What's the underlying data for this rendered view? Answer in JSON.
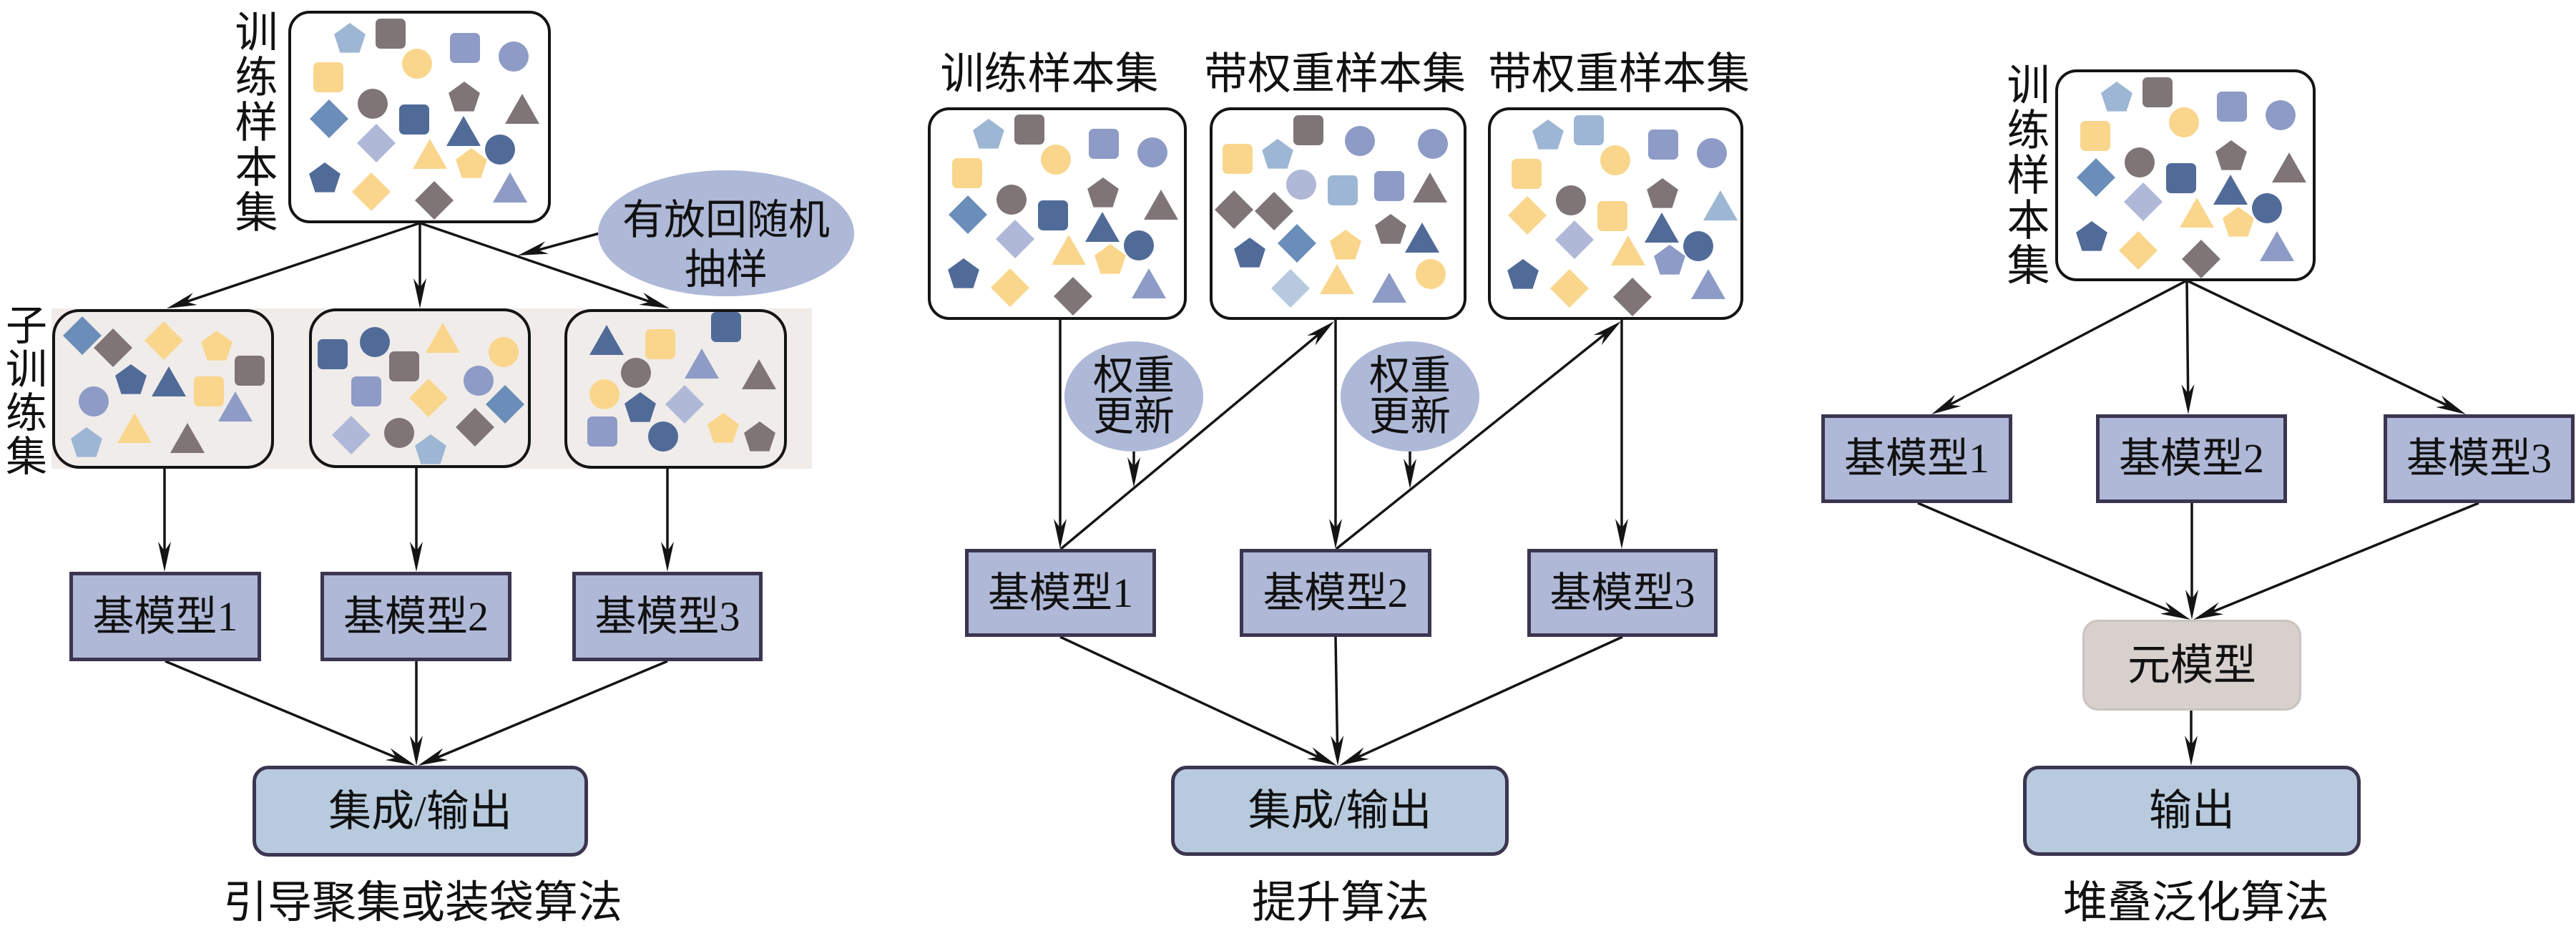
{
  "palette": {
    "gray": "#7F7576",
    "darkblue": "#516B98",
    "steelblue": "#6B8DB9",
    "lightblue": "#9DB6D4",
    "paleblue": "#B6C9DF",
    "periwinkle": "#8D9BC6",
    "lavender": "#AFB8D7",
    "yellow": "#F9D68C",
    "line": "#141414",
    "model-fill": "#AFB8D6",
    "model-border": "#3C3550",
    "output-fill": "#B7CADE",
    "meta-fill": "#D7D0CD",
    "meta-border": "#CBC3C0",
    "band": "#F0ECEA",
    "note-fill": "#AEB8D7"
  },
  "bagging": {
    "caption": "引导聚集或装袋算法",
    "training_set_label": "训练样本集",
    "subsets_label": "子训练集",
    "sampling_note": [
      "有放回随机",
      "抽样"
    ],
    "base_models": [
      "基模型1",
      "基模型2",
      "基模型3"
    ],
    "output": "集成/输出",
    "samples": {
      "source": [
        "pentagon/lightblue",
        "square/gray",
        "square/periwinkle",
        "circle/periwinkle",
        "circle/yellow",
        "square/yellow",
        "circle/gray",
        "pentagon/gray",
        "triangle/gray",
        "diamond/steelblue",
        "square/darkblue",
        "triangle/darkblue",
        "diamond/lavender",
        "triangle/yellow",
        "circle/darkblue",
        "pentagon/yellow",
        "pentagon/darkblue",
        "diamond/yellow",
        "diamond/gray",
        "triangle/periwinkle"
      ],
      "subsets": [
        [
          "diamond/steelblue",
          "diamond/gray",
          "diamond/yellow",
          "pentagon/yellow",
          "square/gray",
          "pentagon/darkblue",
          "triangle/darkblue",
          "square/yellow",
          "circle/periwinkle",
          "triangle/periwinkle",
          "pentagon/lightblue",
          "triangle/yellow",
          "triangle/gray"
        ],
        [
          "square/darkblue",
          "circle/darkblue",
          "triangle/yellow",
          "circle/yellow",
          "square/gray",
          "square/periwinkle",
          "diamond/yellow",
          "circle/periwinkle",
          "diamond/steelblue",
          "diamond/lavender",
          "circle/gray",
          "diamond/gray",
          "pentagon/lightblue"
        ],
        [
          "triangle/darkblue",
          "square/yellow",
          "square/darkblue",
          "triangle/periwinkle",
          "triangle/gray",
          "circle/gray",
          "circle/yellow",
          "pentagon/darkblue",
          "diamond/lavender",
          "square/periwinkle",
          "circle/darkblue",
          "pentagon/yellow",
          "pentagon/gray"
        ]
      ]
    }
  },
  "boosting": {
    "caption": "提升算法",
    "sample_sets": [
      {
        "label": "训练样本集",
        "samples": [
          "pentagon/lightblue",
          "square/gray",
          "square/periwinkle",
          "circle/periwinkle",
          "circle/yellow",
          "square/yellow",
          "circle/gray",
          "pentagon/gray",
          "triangle/gray",
          "diamond/steelblue",
          "square/darkblue",
          "triangle/darkblue",
          "diamond/lavender",
          "triangle/yellow",
          "circle/darkblue",
          "pentagon/yellow",
          "pentagon/darkblue",
          "diamond/yellow",
          "diamond/gray",
          "triangle/periwinkle"
        ]
      },
      {
        "label": "带权重样本集",
        "samples": [
          "square/yellow",
          "pentagon/lightblue",
          "square/gray",
          "circle/periwinkle",
          "circle/periwinkle",
          "circle/lavender",
          "square/lightblue",
          "square/periwinkle",
          "triangle/gray",
          "diamond/gray",
          "diamond/gray",
          "pentagon/gray",
          "triangle/darkblue",
          "diamond/steelblue",
          "pentagon/yellow",
          "pentagon/darkblue",
          "diamond/paleblue",
          "triangle/yellow",
          "triangle/periwinkle",
          "circle/yellow"
        ]
      },
      {
        "label": "带权重样本集",
        "samples": [
          "pentagon/lightblue",
          "square/lightblue",
          "square/periwinkle",
          "circle/periwinkle",
          "circle/yellow",
          "square/yellow",
          "circle/gray",
          "pentagon/gray",
          "triangle/lightblue",
          "diamond/yellow",
          "square/yellow",
          "triangle/darkblue",
          "diamond/lavender",
          "triangle/yellow",
          "circle/darkblue",
          "pentagon/periwinkle",
          "pentagon/darkblue",
          "diamond/yellow",
          "diamond/gray",
          "triangle/periwinkle"
        ]
      }
    ],
    "weight_update": [
      [
        "权重",
        "更新"
      ],
      [
        "权重",
        "更新"
      ]
    ],
    "base_models": [
      "基模型1",
      "基模型2",
      "基模型3"
    ],
    "output": "集成/输出"
  },
  "stacking": {
    "caption": "堆叠泛化算法",
    "training_set_label": "训练样本集",
    "samples": {
      "source": [
        "pentagon/lightblue",
        "square/gray",
        "square/periwinkle",
        "circle/periwinkle",
        "circle/yellow",
        "square/yellow",
        "circle/gray",
        "pentagon/gray",
        "triangle/gray",
        "diamond/steelblue",
        "square/darkblue",
        "triangle/darkblue",
        "diamond/lavender",
        "triangle/yellow",
        "circle/darkblue",
        "pentagon/yellow",
        "pentagon/darkblue",
        "diamond/yellow",
        "diamond/gray",
        "triangle/periwinkle"
      ]
    },
    "base_models": [
      "基模型1",
      "基模型2",
      "基模型3"
    ],
    "meta_model": "元模型",
    "output": "输出"
  }
}
